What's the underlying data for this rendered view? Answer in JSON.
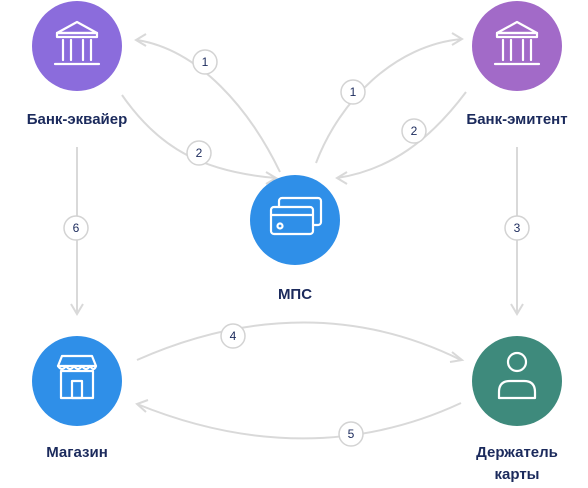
{
  "nodes": {
    "acquirer": {
      "label": "Банк-эквайер",
      "icon": "bank-icon",
      "color": "#8b6cdc"
    },
    "issuer": {
      "label": "Банк-эмитент",
      "icon": "bank-icon",
      "color": "#a26ac8"
    },
    "mps": {
      "label": "МПС",
      "icon": "cards-icon",
      "color": "#2f8fe8"
    },
    "shop": {
      "label": "Магазин",
      "icon": "shop-icon",
      "color": "#2f8fe8"
    },
    "cardholder": {
      "label_line1": "Держатель",
      "label_line2": "карты",
      "icon": "user-icon",
      "color": "#3e8a7c"
    }
  },
  "steps": [
    {
      "id": "mps-to-acquirer",
      "label": "1",
      "from": "mps",
      "to": "acquirer"
    },
    {
      "id": "acquirer-to-mps",
      "label": "2",
      "from": "acquirer",
      "to": "mps"
    },
    {
      "id": "mps-to-issuer",
      "label": "1",
      "from": "mps",
      "to": "issuer"
    },
    {
      "id": "issuer-to-mps",
      "label": "2",
      "from": "issuer",
      "to": "mps"
    },
    {
      "id": "issuer-to-cardholder",
      "label": "3",
      "from": "issuer",
      "to": "cardholder"
    },
    {
      "id": "shop-to-cardholder",
      "label": "4",
      "from": "shop",
      "to": "cardholder"
    },
    {
      "id": "cardholder-to-shop",
      "label": "5",
      "from": "cardholder",
      "to": "shop"
    },
    {
      "id": "acquirer-to-shop",
      "label": "6",
      "from": "acquirer",
      "to": "shop"
    }
  ],
  "colors": {
    "connector": "#d9d9d9",
    "label_text": "#1b2a5c"
  }
}
